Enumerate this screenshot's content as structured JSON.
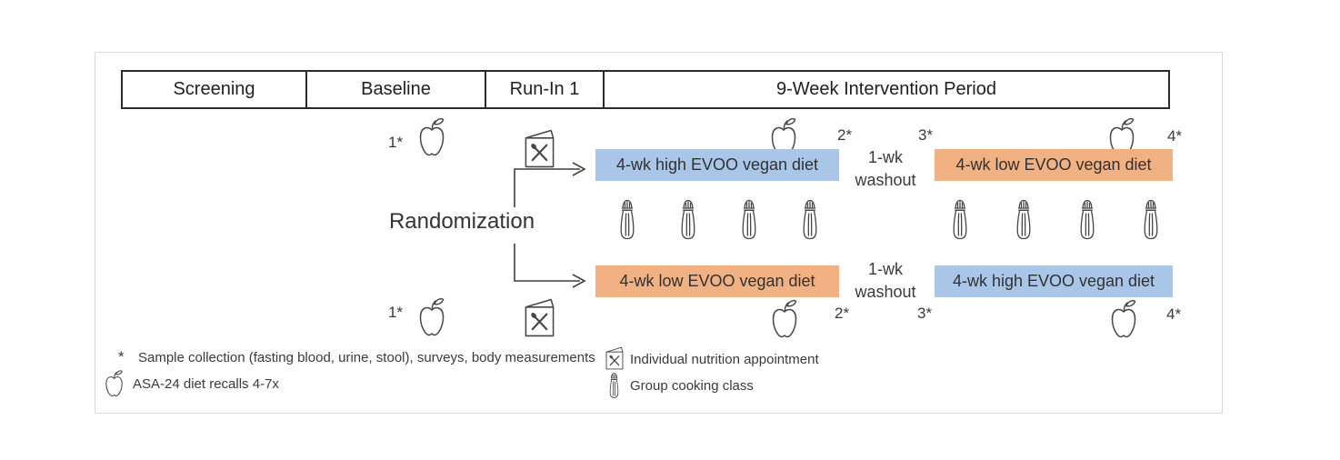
{
  "figure": {
    "phases": [
      {
        "label": "Screening"
      },
      {
        "label": "Baseline"
      },
      {
        "label": "Run-In 1"
      },
      {
        "label": "9-Week Intervention Period"
      }
    ],
    "randomization_label": "Randomization",
    "timepoints": {
      "t1": "1*",
      "t2": "2*",
      "t3": "3*",
      "t4": "4*"
    },
    "arm1": {
      "first_diet": "4-wk high EVOO vegan diet",
      "washout": "1-wk washout",
      "second_diet": "4-wk low EVOO vegan diet"
    },
    "arm2": {
      "first_diet": "4-wk low EVOO vegan diet",
      "washout": "1-wk washout",
      "second_diet": "4-wk high EVOO vegan diet"
    },
    "legend": {
      "asterisk": "*",
      "sample_collection": "Sample collection (fasting blood, urine, stool), surveys, body measurements",
      "diet_recalls": "ASA-24 diet recalls 4-7x",
      "nutrition_appointment": "Individual nutrition appointment",
      "cooking_class": "Group cooking class"
    },
    "icons": {
      "apple": "apple-icon: ASA-24 diet recall",
      "menu_booklet": "menu-booklet-icon: individual nutrition appointment",
      "salt_shaker": "salt-shaker-icon: group cooking class"
    },
    "colors": {
      "high_evoo_bar": "#a9c6e9",
      "low_evoo_bar": "#f2b183",
      "text": "#3a3a3a",
      "frame_border": "#d9d9d9",
      "table_border": "#2b2b2b"
    }
  }
}
